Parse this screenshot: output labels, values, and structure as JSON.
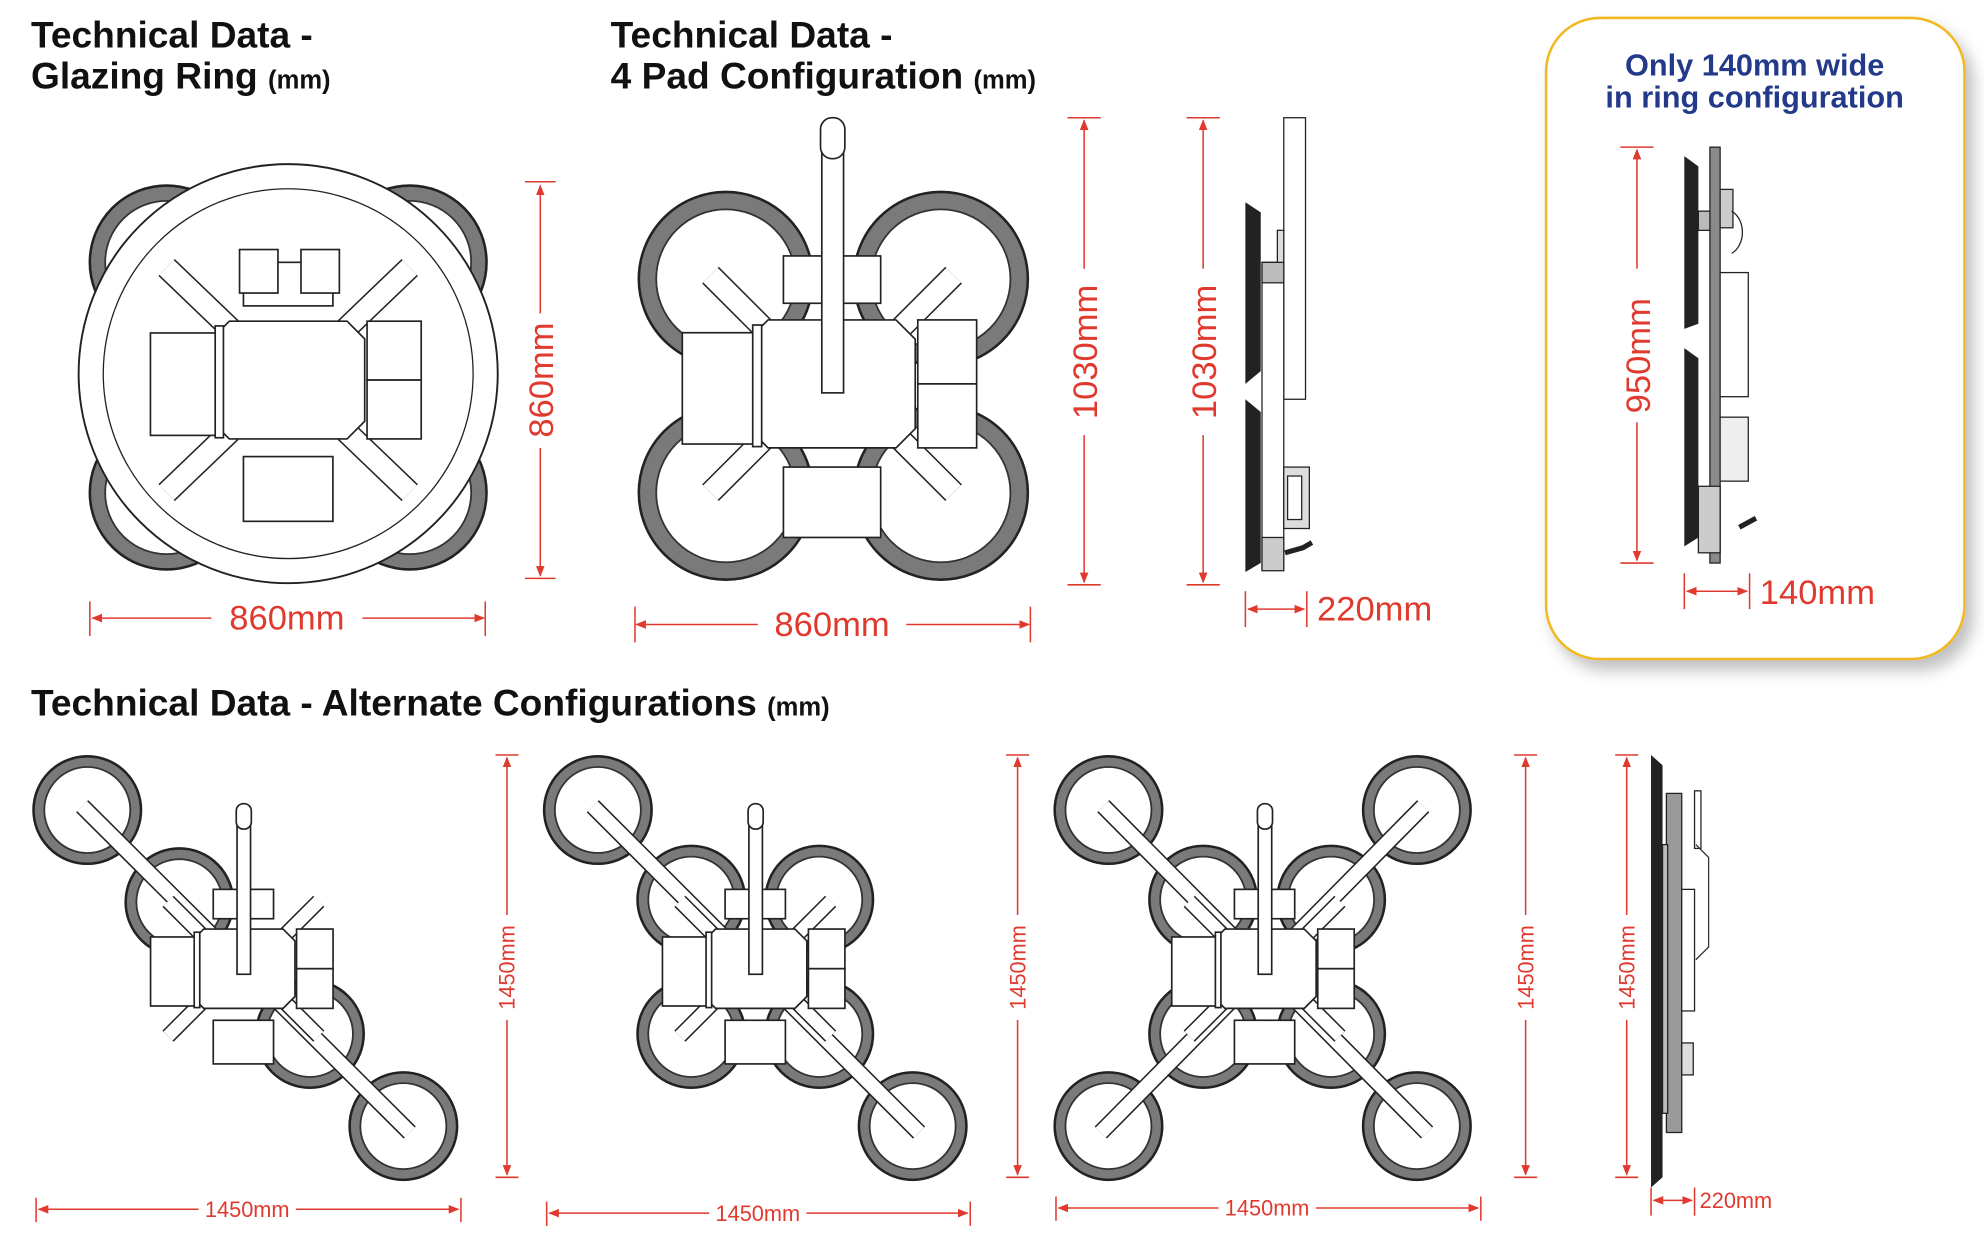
{
  "sections": {
    "glazing_ring": {
      "title_line1": "Technical Data -",
      "title_line2": "Glazing Ring",
      "unit": "(mm)",
      "width": "860mm",
      "height": "860mm"
    },
    "four_pad": {
      "title_line1": "Technical Data -",
      "title_line2": "4 Pad Configuration",
      "unit": "(mm)",
      "width": "860mm",
      "height": "1030mm",
      "side_height": "1030mm",
      "side_depth": "220mm"
    },
    "ring_callout": {
      "line1": "Only 140mm wide",
      "line2": "in ring configuration",
      "height": "950mm",
      "depth": "140mm"
    },
    "alternate": {
      "title": "Technical Data - Alternate Configurations",
      "unit": "(mm)",
      "configs": [
        {
          "width": "1450mm",
          "height": "1450mm"
        },
        {
          "width": "1450mm",
          "height": "1450mm"
        },
        {
          "width": "1450mm",
          "height": "1450mm"
        }
      ],
      "side_height": "1450mm",
      "side_depth": "220mm"
    }
  },
  "colors": {
    "dimension": "#e03a2f",
    "callout_text": "#233a8b",
    "callout_border": "#f2b822",
    "pad": "#7a7a7a"
  }
}
